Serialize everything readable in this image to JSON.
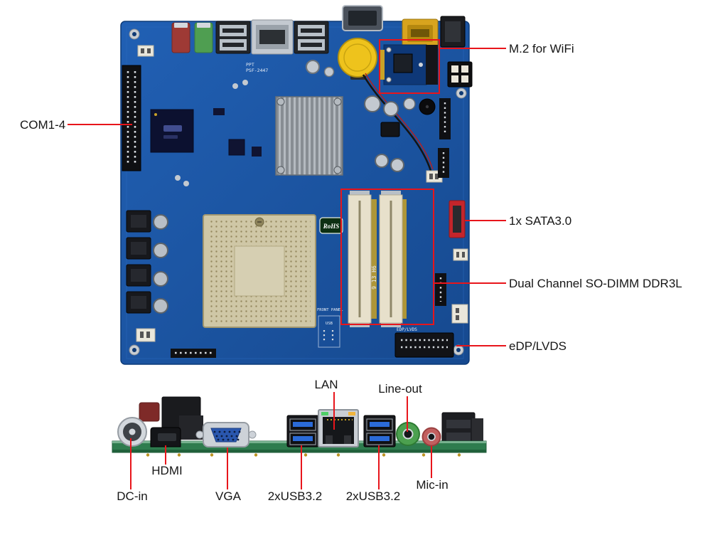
{
  "figure": {
    "type": "motherboard-annotated-diagram",
    "accent_color": "#e8151b",
    "pcb_top_color": "#1b55a7",
    "pcb_side_color": "#2e7c4e",
    "callouts": {
      "m2": {
        "label": "M.2 for WiFi"
      },
      "com": {
        "label": "COM1-4"
      },
      "sata": {
        "label": "1x SATA3.0"
      },
      "sodimm": {
        "label": "Dual Channel SO-DIMM DDR3L"
      },
      "edp": {
        "label": "eDP/LVDS"
      },
      "lan": {
        "label": "LAN"
      },
      "lineout": {
        "label": "Line-out"
      },
      "hdmi": {
        "label": "HDMI"
      },
      "micin": {
        "label": "Mic-in"
      },
      "dcin": {
        "label": "DC-in"
      },
      "vga": {
        "label": "VGA"
      },
      "usb_left": {
        "label": "2xUSB3.2"
      },
      "usb_right": {
        "label": "2xUSB3.2"
      }
    },
    "silkscreen": {
      "rohs": "RoHS",
      "ppt_line1": "PPT",
      "ppt_line2": "PSF-2447",
      "front_panel": "FRONT PANEL",
      "usb_header": "USB",
      "edp_lvds": "EDP/LVDS",
      "dimm_mark": "9 13 H6"
    }
  }
}
